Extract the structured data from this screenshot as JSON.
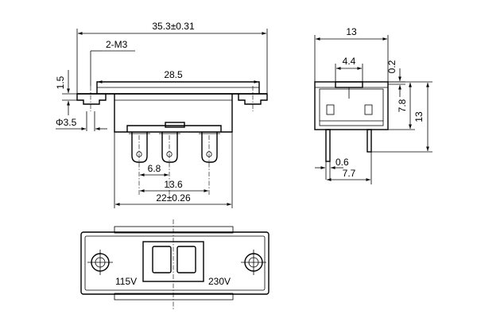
{
  "front_view": {
    "overall_width": "35.3±0.31",
    "screw_thread": "2-M3",
    "inner_width": "28.5",
    "flange_thickness": "1.5",
    "hole_diameter": "Φ3.5",
    "pin_pitch_a": "6.8",
    "pin_pitch_b": "13.6",
    "body_width": "22±0.26"
  },
  "side_view": {
    "width": "13",
    "slot_width": "4.4",
    "top_gap": "0.2",
    "body_height": "7.8",
    "total_height": "13",
    "pin_thickness": "0.6",
    "pin_spacing": "7.7"
  },
  "bottom_view": {
    "label_left": "115V",
    "label_right": "230V"
  }
}
